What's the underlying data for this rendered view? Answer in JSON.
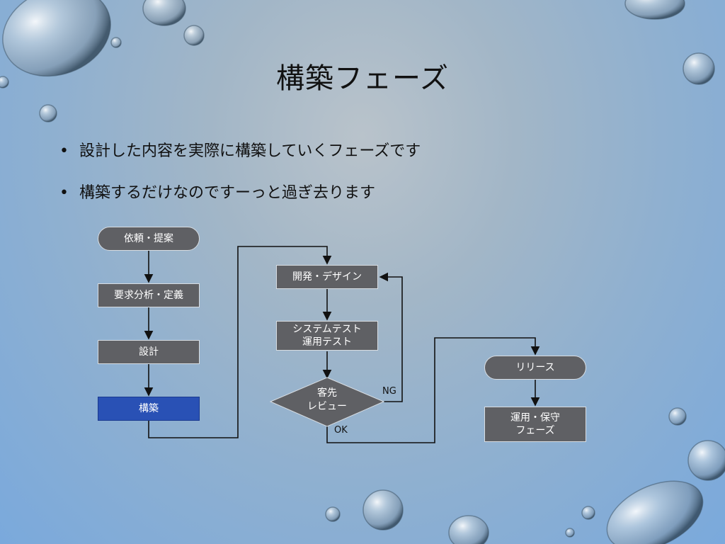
{
  "slide": {
    "title": "構築フェーズ",
    "bullets": [
      "設計した内容を実際に構築していくフェーズです",
      "構築するだけなのですーっと過ぎ去ります"
    ]
  },
  "flowchart": {
    "nodes": {
      "request": "依頼・提案",
      "requirements": "要求分析・定義",
      "design": "設計",
      "build": "構築",
      "dev": "開発・デザイン",
      "systest_line1": "システムテスト",
      "systest_line2": "運用テスト",
      "review_line1": "客先",
      "review_line2": "レビュー",
      "release": "リリース",
      "ops_line1": "運用・保守",
      "ops_line2": "フェーズ"
    },
    "edge_labels": {
      "ng": "NG",
      "ok": "OK"
    },
    "colors": {
      "node": "#5f6064",
      "active": "#2951b5",
      "edge": "#111111"
    }
  }
}
